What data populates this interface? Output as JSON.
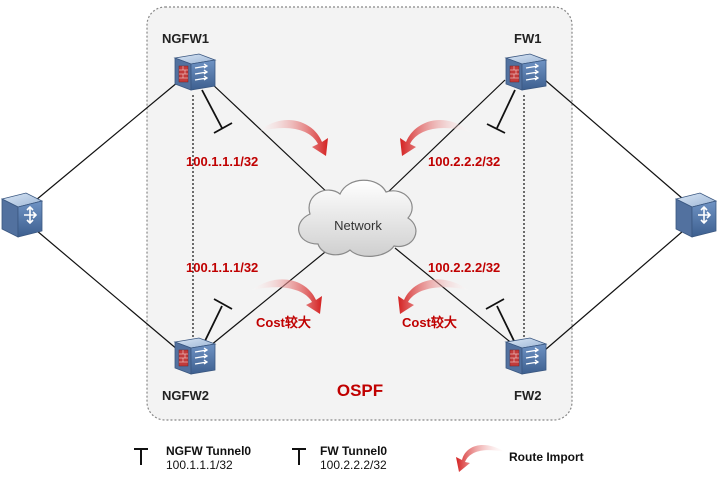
{
  "area_label": "OSPF",
  "cloud_label": "Network",
  "devices": {
    "ngfw1": "NGFW1",
    "ngfw2": "NGFW2",
    "fw1": "FW1",
    "fw2": "FW2"
  },
  "routes": {
    "ngfw1_ip": "100.1.1.1/32",
    "ngfw2_ip": "100.1.1.1/32",
    "fw1_ip": "100.2.2.2/32",
    "fw2_ip": "100.2.2.2/32",
    "ngfw2_cost": "Cost较大",
    "fw2_cost": "Cost较大"
  },
  "legend": {
    "ngfw_tunnel_title": "NGFW Tunnel0",
    "ngfw_tunnel_ip": "100.1.1.1/32",
    "fw_tunnel_title": "FW Tunnel0",
    "fw_tunnel_ip": "100.2.2.2/32",
    "route_import": "Route Import"
  },
  "colors": {
    "accent_red": "#c00000",
    "device_blue": "#4a6fa5",
    "area_border": "#888888"
  }
}
